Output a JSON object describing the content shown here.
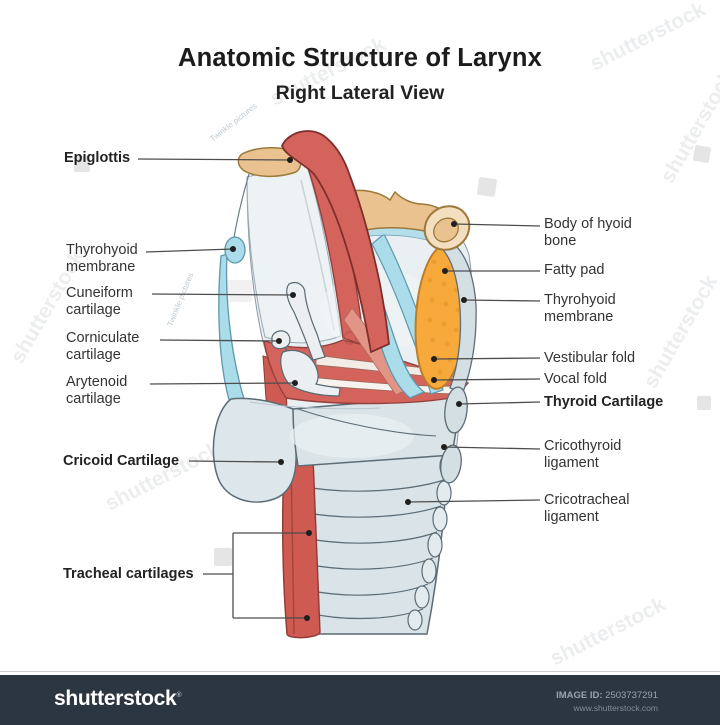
{
  "title": "Anatomic Structure of Larynx",
  "subtitle": "Right Lateral View",
  "diagram": {
    "labels_left": [
      {
        "text": "Epiglottis",
        "bold": true
      },
      {
        "text": "Thyrohyoid membrane",
        "bold": false
      },
      {
        "text": "Cuneiform cartilage",
        "bold": false
      },
      {
        "text": "Corniculate cartilage",
        "bold": false
      },
      {
        "text": "Arytenoid cartilage",
        "bold": false
      },
      {
        "text": "Cricoid Cartilage",
        "bold": true
      },
      {
        "text": "Tracheal cartilages",
        "bold": true
      }
    ],
    "labels_right": [
      {
        "text": "Body of hyoid bone",
        "bold": false
      },
      {
        "text": "Fatty pad",
        "bold": false
      },
      {
        "text": "Thyrohyoid membrane",
        "bold": false
      },
      {
        "text": "Vestibular fold",
        "bold": false
      },
      {
        "text": "Vocal fold",
        "bold": false
      },
      {
        "text": "Thyroid Cartilage",
        "bold": true
      },
      {
        "text": "Cricothyroid ligament",
        "bold": false
      },
      {
        "text": "Cricotracheal ligament",
        "bold": false
      }
    ],
    "colors": {
      "muscle_red": "#d4635c",
      "cartilage_gray": "#d9e3e8",
      "bone_tan": "#e9c28f",
      "membrane_blue": "#aadce9",
      "fat_orange": "#f7a93c",
      "outline": "#5c6c76"
    }
  },
  "watermark": {
    "text": "shutterstock",
    "credit": "Twinkle pictures"
  },
  "footer": {
    "logo": "shutterstock",
    "trademark": "®",
    "image_id_label": "IMAGE ID:",
    "image_id": "2503737291",
    "website": "www.shutterstock.com"
  }
}
